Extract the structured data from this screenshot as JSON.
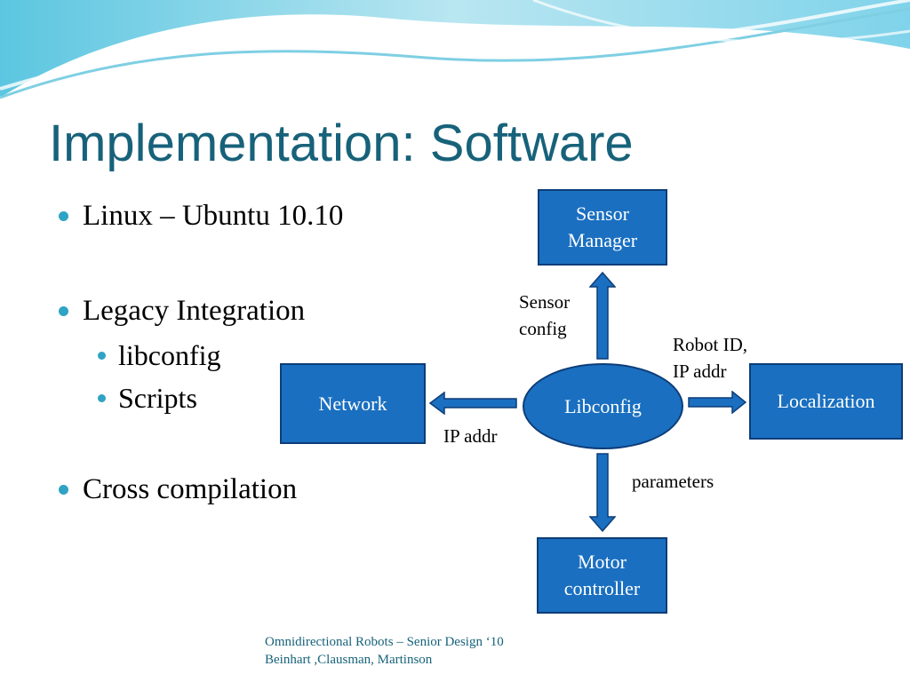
{
  "slide": {
    "title": "Implementation: Software",
    "bullets": [
      {
        "text": "Linux – Ubuntu 10.10"
      },
      {
        "text": "Legacy Integration"
      },
      {
        "text": "libconfig"
      },
      {
        "text": "Scripts"
      },
      {
        "text": "Cross compilation"
      }
    ]
  },
  "diagram": {
    "nodes": {
      "sensor_manager": [
        "Sensor",
        "Manager"
      ],
      "network": "Network",
      "libconfig": "Libconfig",
      "localization": "Localization",
      "motor_controller": [
        "Motor",
        "controller"
      ]
    },
    "edge_labels": {
      "sensor_config": [
        "Sensor",
        "config"
      ],
      "robot_id": [
        "Robot ID,",
        "IP addr"
      ],
      "ip_addr": "IP addr",
      "parameters": "parameters"
    }
  },
  "footer": {
    "line1": "Omnidirectional Robots – Senior Design ‘10",
    "line2": "Beinhart ,Clausman, Martinson"
  },
  "colors": {
    "title": "#17627a",
    "bullet_dot": "#2fa3c4",
    "node_fill": "#1a6fc0",
    "node_border": "#0d3d78"
  }
}
